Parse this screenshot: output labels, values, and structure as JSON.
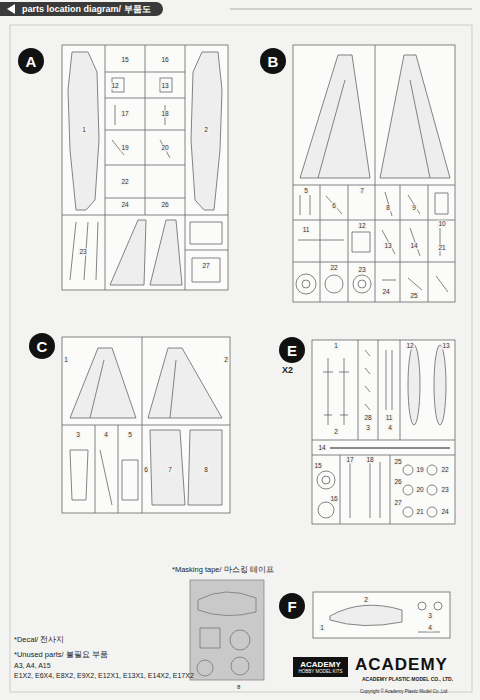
{
  "diagram": {
    "title": "parts location diagram/ 부품도",
    "nodes": [
      {
        "text": [
          "A"
        ]
      },
      {
        "text": [
          "B"
        ]
      },
      {
        "text": [
          "C"
        ]
      },
      {
        "text": [
          "E"
        ]
      },
      {
        "text": [
          "F"
        ]
      },
      {
        "text": [
          "ACADEMY",
          "HOBBY MODEL KITS"
        ]
      }
    ],
    "labels": [
      "*Masking tape/ 마스킹 테이프",
      "*Decal/ 전사지",
      "*Unused parts/ 불필요 부품",
      "A3, A4, A15",
      "E1X2, E6X4, E8X2, E9X2, E12X1, E13X1, E14X2, E17X2",
      "X2",
      "ACADEMY",
      "ACADEMY PLASTIC MODEL CO., LTD.",
      "8",
      "Copyright © Academy Plastic Model Co.,Ltd",
      "1",
      "2",
      "15",
      "16",
      "12",
      "13",
      "17",
      "18",
      "19",
      "20",
      "22",
      "23",
      "24",
      "26",
      "27",
      "5",
      "6",
      "7",
      "8",
      "9",
      "10",
      "11",
      "12",
      "13",
      "14",
      "21",
      "22",
      "23",
      "24",
      "25",
      "1",
      "2",
      "3",
      "4",
      "5",
      "6",
      "7",
      "8",
      "1",
      "2",
      "3",
      "4",
      "12",
      "13",
      "14",
      "15",
      "16",
      "17",
      "18",
      "19",
      "20",
      "21",
      "22",
      "23",
      "24",
      "25",
      "26",
      "27",
      "11",
      "28",
      "1",
      "2",
      "3",
      "4"
    ]
  }
}
